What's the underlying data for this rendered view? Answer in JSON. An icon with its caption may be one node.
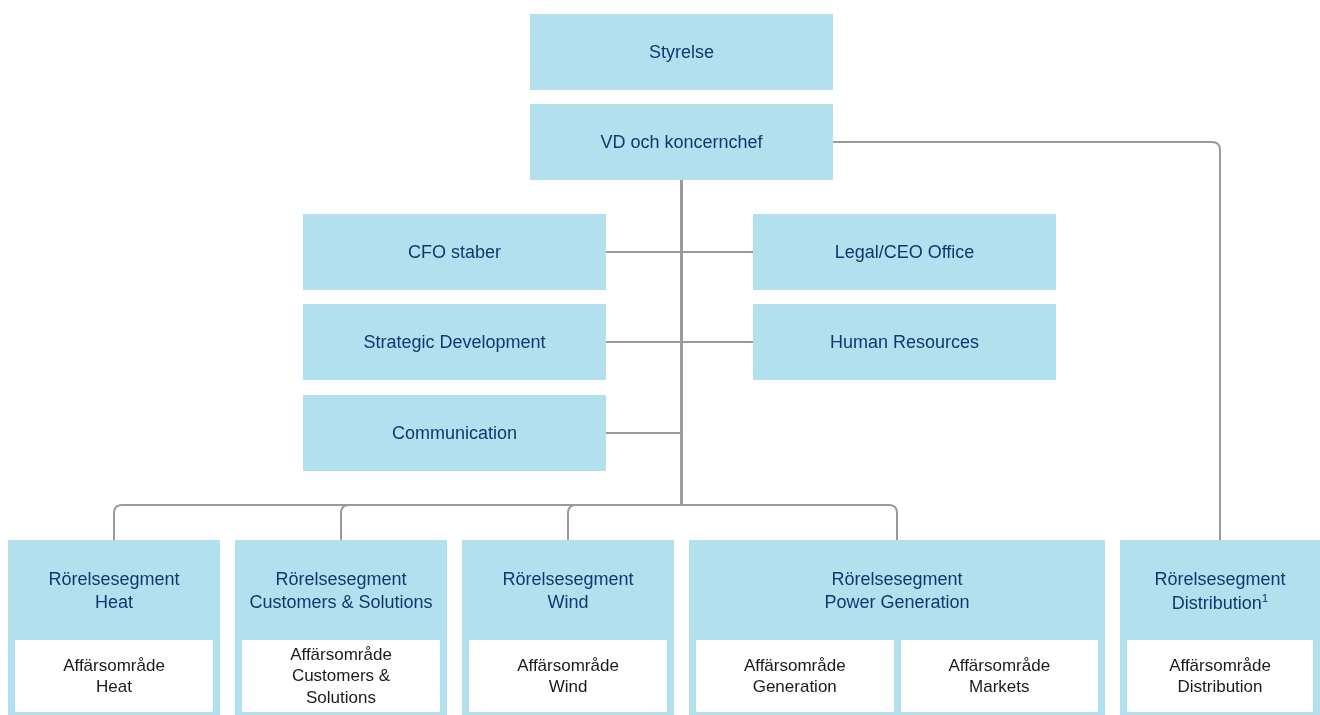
{
  "diagram": {
    "nodes": [
      {
        "text": [
          "Styrelse"
        ]
      },
      {
        "text": [
          "VD och koncernchef"
        ]
      },
      {
        "text": [
          "CFO staber"
        ]
      },
      {
        "text": [
          "Legal/CEO Office"
        ]
      },
      {
        "text": [
          "Strategic Development"
        ]
      },
      {
        "text": [
          "Human Resources"
        ]
      },
      {
        "text": [
          "Communication"
        ]
      },
      {
        "text": [
          "Rörelsesegment Heat"
        ]
      },
      {
        "text": [
          "Affärsområde Heat"
        ],
        "in": 7
      },
      {
        "text": [
          "Rörelsesegment Customers & Solutions"
        ]
      },
      {
        "text": [
          "Affärsområde Customers & Solutions"
        ],
        "in": 9
      },
      {
        "text": [
          "Rörelsesegment Wind"
        ]
      },
      {
        "text": [
          "Affärsområde Wind"
        ],
        "in": 11
      },
      {
        "text": [
          "Rörelsesegment Power Generation"
        ]
      },
      {
        "text": [
          "Affärsområde Generation"
        ],
        "in": 13
      },
      {
        "text": [
          "Affärsområde Markets"
        ],
        "in": 13
      },
      {
        "text": [
          "Rörelsesegment Distribution$^{1}$"
        ]
      },
      {
        "text": [
          "Affärsområde Distribution"
        ],
        "in": 16
      }
    ],
    "edges": [
      {
        "from": 1,
        "to": 2,
        "arrow": "none"
      },
      {
        "from": 1,
        "to": 3,
        "arrow": "none"
      },
      {
        "from": 1,
        "to": 4,
        "arrow": "none"
      },
      {
        "from": 1,
        "to": 5,
        "arrow": "none"
      },
      {
        "from": 1,
        "to": 6,
        "arrow": "none"
      },
      {
        "from": 1,
        "to": 7,
        "arrow": "none"
      },
      {
        "from": 1,
        "to": 9,
        "arrow": "none"
      },
      {
        "from": 1,
        "to": 11,
        "arrow": "none"
      },
      {
        "from": 1,
        "to": 13,
        "arrow": "none"
      },
      {
        "from": 1,
        "to": 16,
        "arrow": "none"
      }
    ]
  }
}
